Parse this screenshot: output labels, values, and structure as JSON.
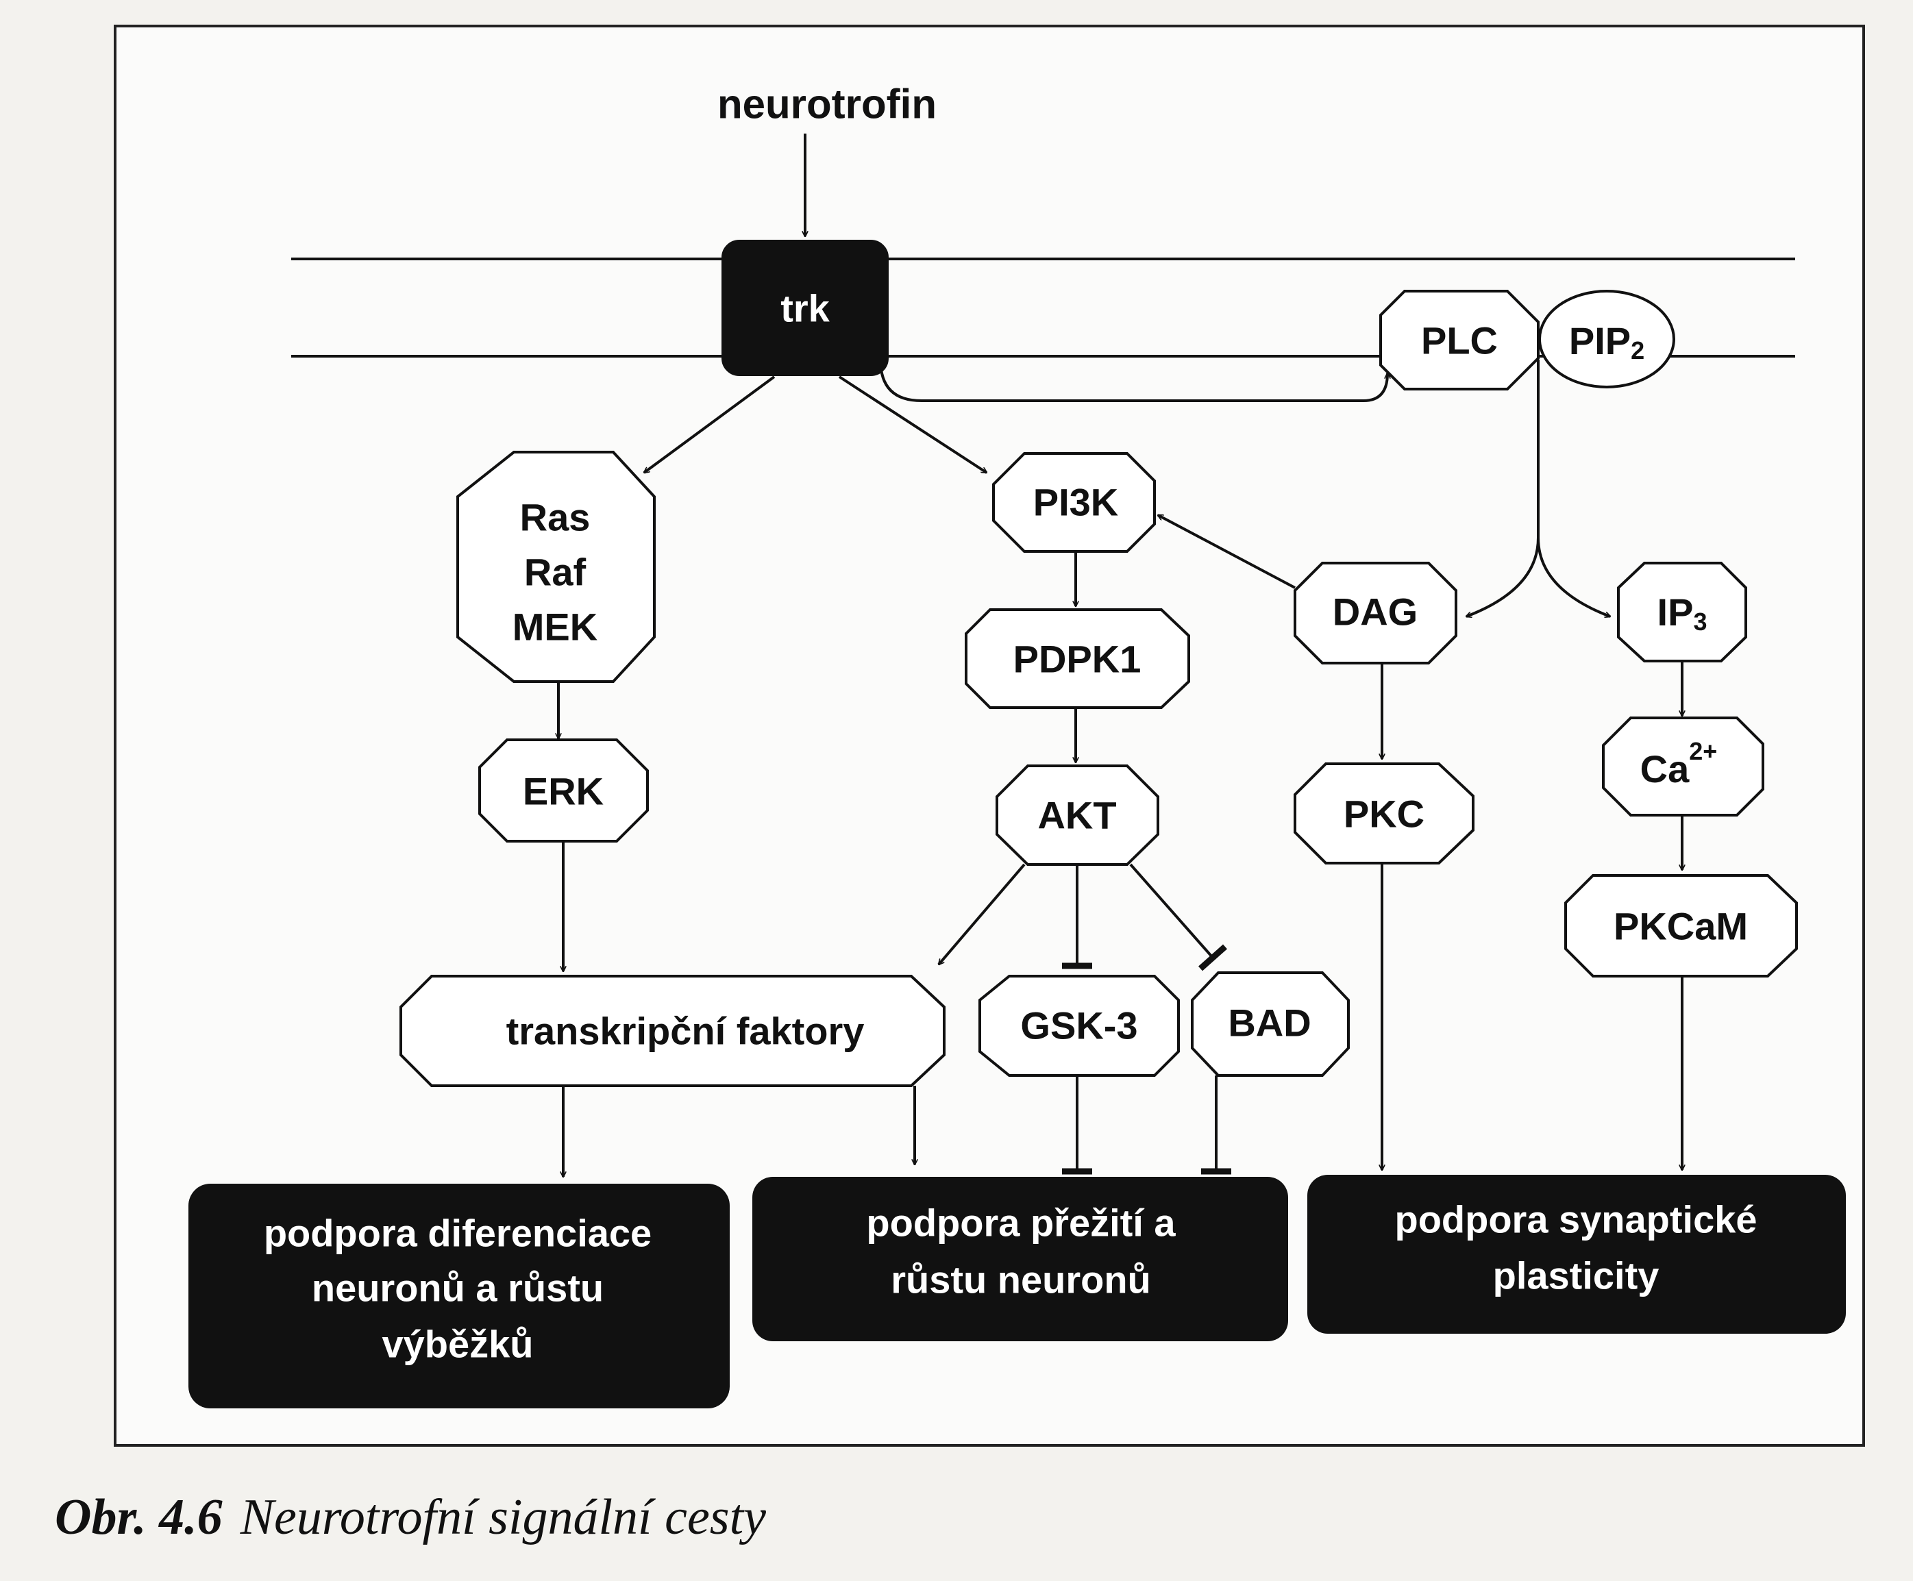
{
  "input": "neurotrofin",
  "receptor": "trk",
  "plc": "PLC",
  "pip2": {
    "base": "PIP",
    "sub": "2"
  },
  "ras_raf_mek": [
    "Ras",
    "Raf",
    "MEK"
  ],
  "erk": "ERK",
  "pi3k": "PI3K",
  "pdpk1": "PDPK1",
  "akt": "AKT",
  "dag": "DAG",
  "ip3": {
    "base": "IP",
    "sub": "3"
  },
  "ca": {
    "base": "Ca",
    "sup": "2+"
  },
  "pkc": "PKC",
  "pkcam": "PKCaM",
  "transcription": "transkripční faktory",
  "gsk3": "GSK-3",
  "bad": "BAD",
  "outcomes": {
    "differentiation": [
      "podpora diferenciace",
      "neuronů a růstu",
      "výběžků"
    ],
    "survival": [
      "podpora přežití a",
      "růstu neuronů"
    ],
    "plasticity": [
      "podpora synaptické",
      "plasticity"
    ]
  },
  "caption": {
    "label": "Obr. 4.6",
    "text": "Neurotrofní signální cesty"
  }
}
